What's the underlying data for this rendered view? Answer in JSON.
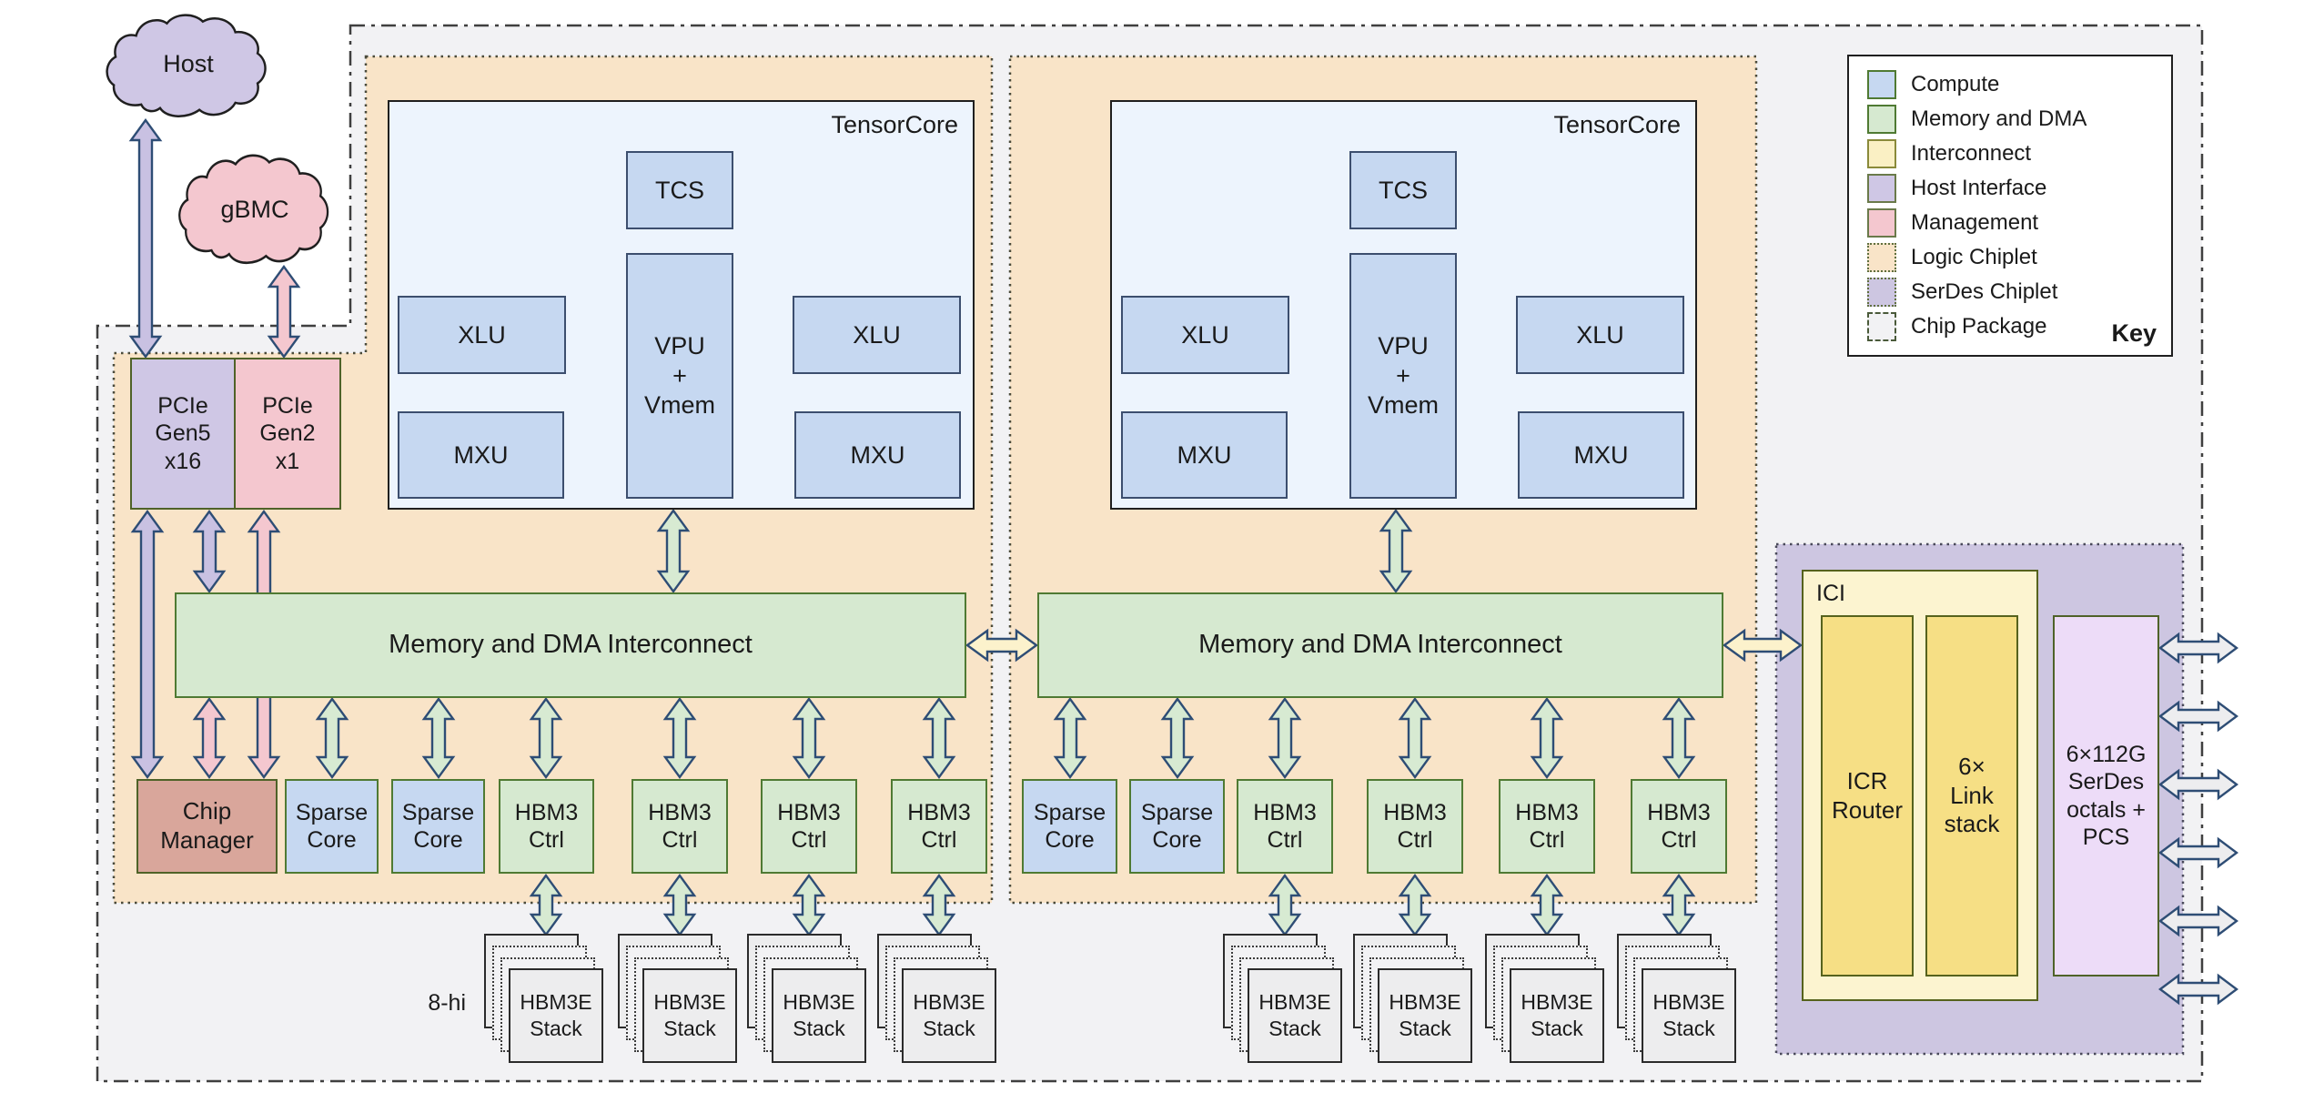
{
  "clouds": {
    "host": "Host",
    "gbmc": "gBMC"
  },
  "pcie": {
    "gen5": "PCIe\nGen5\nx16",
    "gen2": "PCIe\nGen2\nx1"
  },
  "tensorcore": {
    "title": "TensorCore",
    "tcs": "TCS",
    "vpu": "VPU\n+\nVmem",
    "xlu": "XLU",
    "mxu": "MXU"
  },
  "interconnect_label": "Memory and DMA Interconnect",
  "row": {
    "chip_manager": "Chip\nManager",
    "sparse_core": "Sparse\nCore",
    "hbm3_ctrl": "HBM3\nCtrl"
  },
  "hbm_stack": {
    "label": "HBM3E\nStack",
    "height_note": "8-hi"
  },
  "ici": {
    "title": "ICI",
    "icr_router": "ICR\nRouter",
    "link_stack": "6×\nLink\nstack",
    "serdes_octals": "6×112G\nSerDes\noctals +\nPCS"
  },
  "legend": {
    "title": "Key",
    "items": [
      {
        "label": "Compute",
        "swatch": "compute"
      },
      {
        "label": "Memory and DMA",
        "swatch": "memory"
      },
      {
        "label": "Interconnect",
        "swatch": "interconnect"
      },
      {
        "label": "Host Interface",
        "swatch": "host"
      },
      {
        "label": "Management",
        "swatch": "management"
      },
      {
        "label": "Logic Chiplet",
        "swatch": "logic"
      },
      {
        "label": "SerDes Chiplet",
        "swatch": "serdes"
      },
      {
        "label": "Chip Package",
        "swatch": "package"
      }
    ]
  },
  "colors": {
    "compute": "#c6d8f1",
    "memory_dma": "#d6e9d0",
    "interconnect": "#f6df85",
    "host_interface": "#cfc7e5",
    "management": "#f4c7cf",
    "logic_chiplet": "#f9e4c8",
    "serdes_chiplet": "#cdc6e1",
    "chip_package": "#f2f2f4",
    "chip_manager": "#d9a69b",
    "serdes_octals": "#eddcf8",
    "arrow_outline": "#2e4d75"
  }
}
